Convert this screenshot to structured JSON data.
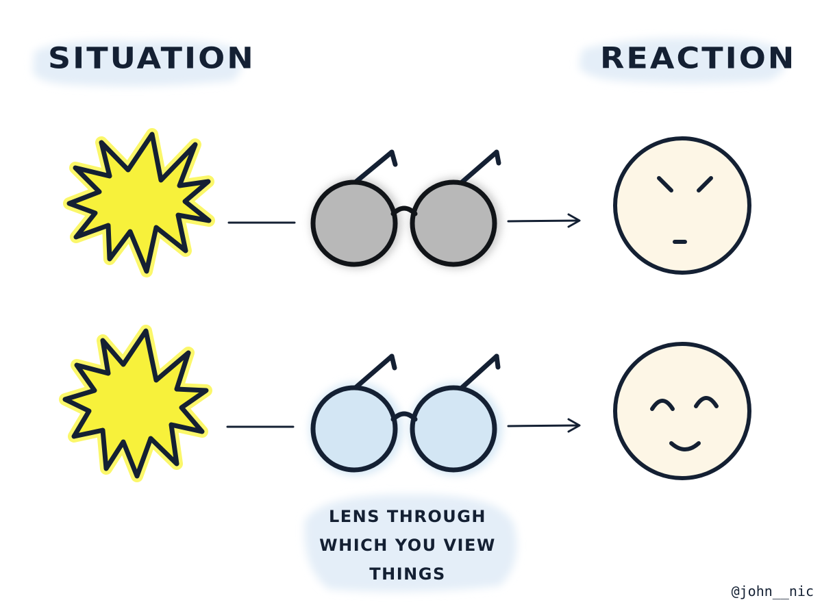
{
  "headings": {
    "situation": "SITUATION",
    "reaction": "REACTION"
  },
  "caption": {
    "line1": "LENS THROUGH",
    "line2": "WHICH YOU VIEW",
    "line3": "THINGS"
  },
  "credit": "@john__nic",
  "colors": {
    "ink": "#142033",
    "burst_fill": "#f7f13b",
    "burst_glow": "#fbf76a",
    "grey_lens": "#b8b8b8",
    "blue_lens": "#d3e6f4",
    "face_fill": "#fdf6e6",
    "highlight": "#e4eef8"
  },
  "rows": [
    {
      "lens": "grey-lens",
      "face": "angry-face-icon"
    },
    {
      "lens": "blue-lens",
      "face": "happy-face-icon"
    }
  ]
}
